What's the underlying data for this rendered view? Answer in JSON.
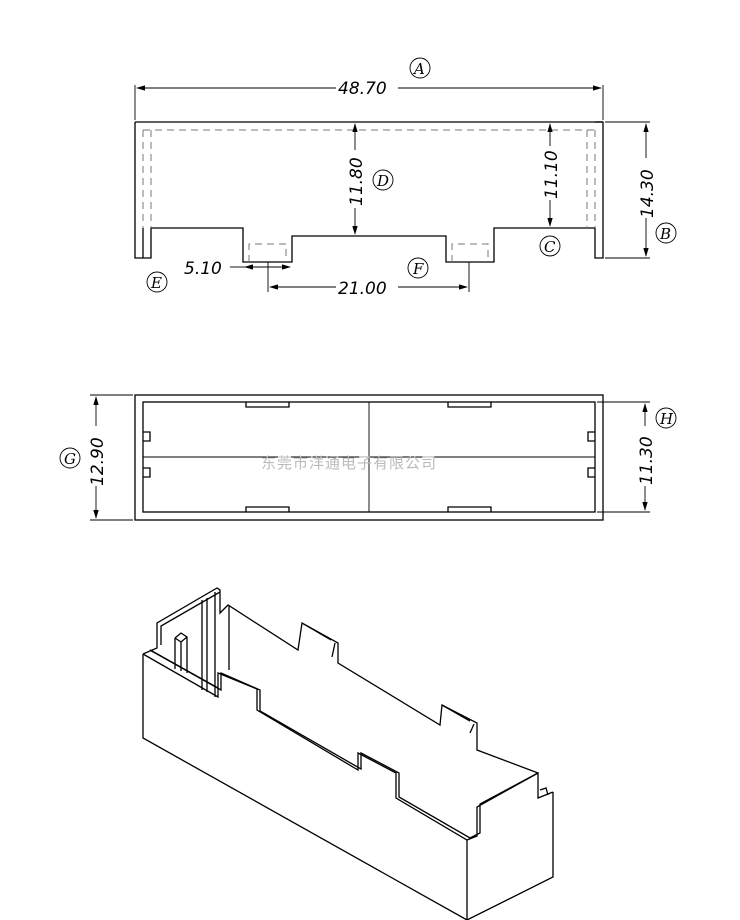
{
  "top_view": {
    "dimensions": {
      "overall_length": "48.70",
      "height": "14.30",
      "center_depth": "11.80",
      "end_depth": "11.10",
      "notch_width": "5.10",
      "notch_pitch": "21.00"
    },
    "labels": {
      "a": "A",
      "b": "B",
      "c": "C",
      "d": "D",
      "e": "E",
      "f": "F"
    }
  },
  "plan_view": {
    "dimensions": {
      "outer_width": "12.90",
      "inner_width": "11.30"
    },
    "labels": {
      "g": "G",
      "h": "H"
    },
    "watermark": "东莞市洋通电子有限公司"
  }
}
